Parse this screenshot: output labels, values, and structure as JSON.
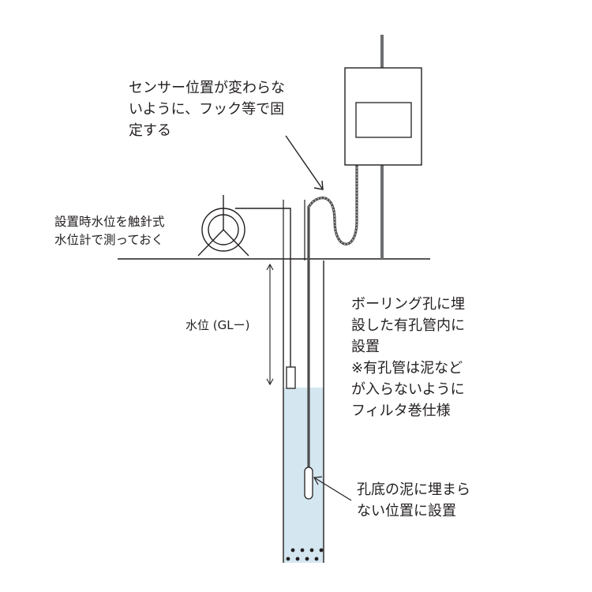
{
  "labels": {
    "sensor_fix": [
      "センサー位置が変わらな",
      "いように、フック等で固",
      "定する"
    ],
    "touch_gauge": [
      "設置時水位を触針式",
      "水位計で測っておく"
    ],
    "water_level": "水位 (GLー)",
    "pipe_install": [
      "ボーリング孔に埋",
      "設した有孔管内に",
      "設置",
      "※有孔管は泥など",
      "が入らないように",
      "フィルタ巻仕様"
    ],
    "sensor_position": [
      "孔底の泥に埋まら",
      "ない位置に設置"
    ]
  },
  "colors": {
    "line": "#231f20",
    "water": "#d4e7f0",
    "pole": "#6d6e71",
    "cable": "#4d4d4f"
  },
  "icons": {
    "reel": "cable-reel-icon",
    "logger": "data-logger-icon",
    "sensor": "pressure-sensor-icon"
  }
}
